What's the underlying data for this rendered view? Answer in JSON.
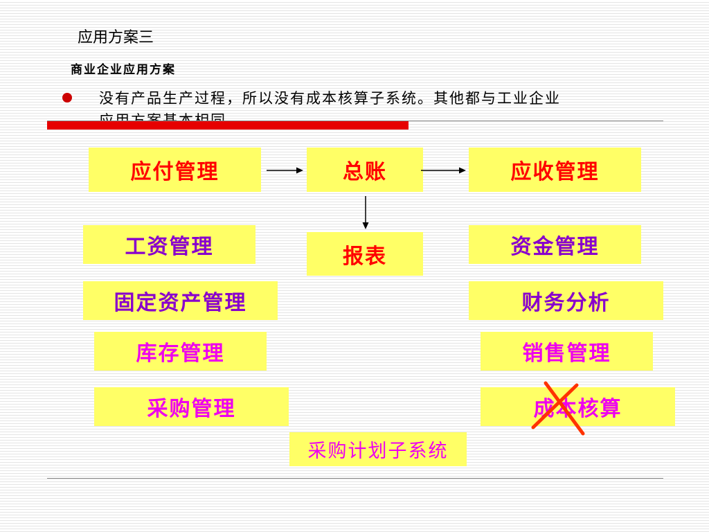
{
  "slide": {
    "heading": "应用方案三",
    "subheading": "商业企业应用方案",
    "bullet": {
      "line1": "没有产品生产过程，所以没有成本核算子系统。其他都与工业企业",
      "line2": "应用方案基本相同。"
    }
  },
  "diagram": {
    "boxes": {
      "payables": "应付管理",
      "general_ledger": "总账",
      "receivables": "应收管理",
      "payroll": "工资管理",
      "reports": "报表",
      "funds": "资金管理",
      "fixed_assets": "固定资产管理",
      "financial_analysis": "财务分析",
      "inventory": "库存管理",
      "sales": "销售管理",
      "purchasing": "采购管理",
      "cost_accounting": "成本核算",
      "purchase_plan": "采购计划子系统"
    },
    "colors": {
      "box_fill": "#ffff66",
      "red_text": "#ff0000",
      "purple_text": "#8800cc",
      "magenta_text": "#ee00ee",
      "cross_out": "#ff3300",
      "accent_bar": "#e60000",
      "bullet": "#cc0000"
    }
  }
}
